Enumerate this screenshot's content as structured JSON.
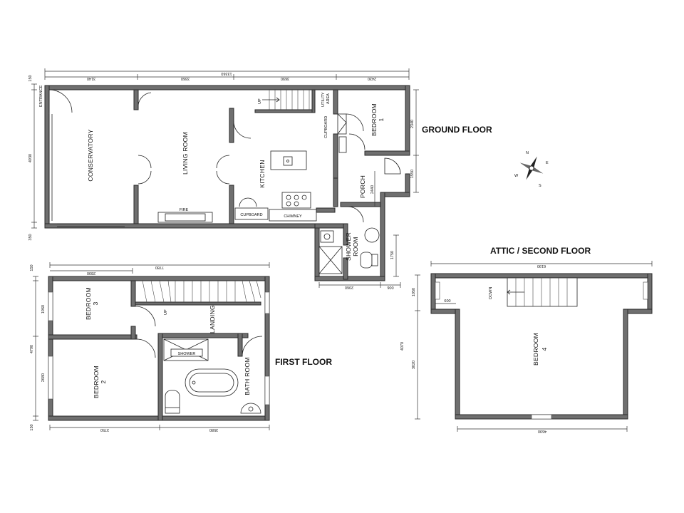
{
  "floors": {
    "ground": "GROUND FLOOR",
    "first": "FIRST FLOOR",
    "attic": "ATTIC / SECOND FLOOR"
  },
  "rooms": {
    "conservatory": "CONSERVATORY",
    "living_room": "LIVING ROOM",
    "kitchen": "KITCHEN",
    "bedroom1": "BEDROOM",
    "bedroom1_num": "1",
    "porch": "PORCH",
    "shower_room": "SHOWER",
    "shower_room2": "ROOM",
    "bedroom3": "BEDROOM",
    "bedroom3_num": "3",
    "landing": "LANDING",
    "bedroom2": "BEDROOM",
    "bedroom2_num": "2",
    "bathroom": "BATH ROOM",
    "bedroom4": "BEDROOM",
    "bedroom4_num": "4"
  },
  "labels": {
    "entrance": "ENTRANCE",
    "up": "UP",
    "utility": "UTILITY",
    "utility2": "AREA",
    "cupboard_small": "CUPBOARD",
    "fire": "FIRE",
    "cupboard": "CUPBOARD",
    "chimney": "CHIMNEY",
    "shower": "SHOWER",
    "up_first": "UP",
    "down": "DOWN"
  },
  "compass": {
    "n": "N",
    "e": "E",
    "s": "S",
    "w": "W"
  },
  "dims_ground": {
    "total": "13360",
    "seg1": "3140",
    "seg2": "3360",
    "seg3": "3690",
    "seg4": "2430",
    "left_top": "150",
    "left_mid": "4930",
    "left_bot": "350",
    "right1": "2340",
    "right2": "1550",
    "porch": "2440",
    "shower_h": "1750",
    "shower_w": "2060",
    "shower_gap": "006"
  },
  "dims_first": {
    "top": "7780",
    "top_seg": "2890",
    "left_top": "150",
    "left_b3": "1960",
    "left_total": "4790",
    "left_b2": "2680",
    "left_bot": "150",
    "bottom1": "3750",
    "bottom2": "3580"
  },
  "dims_attic": {
    "top": "6190",
    "left_top": "1050",
    "left_total": "4070",
    "left_bot": "3020",
    "inset": "600",
    "bottom": "4690"
  }
}
